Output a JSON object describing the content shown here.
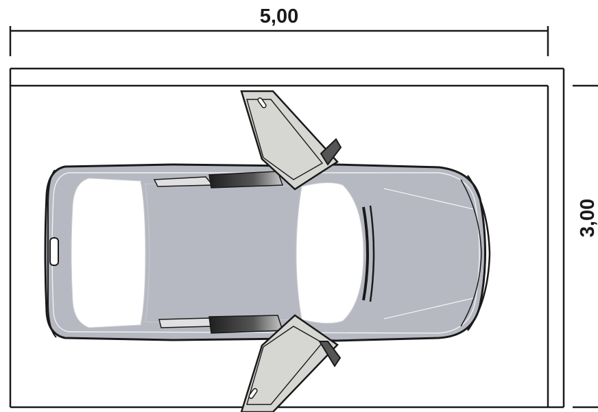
{
  "dimensions": {
    "width_label": "5,00",
    "depth_label": "3,00"
  },
  "colors": {
    "line": "#1a1a1a",
    "car_body": "#b6b9c2",
    "car_glass": "#ffffff",
    "door_panel": "#d6d6d2",
    "shadow_dark": "#3a3a3a",
    "background": "#ffffff"
  },
  "drawing": {
    "parts": [
      "garage-outline",
      "car-top-view",
      "open-doors",
      "side-mirrors",
      "dimension-lines"
    ]
  }
}
